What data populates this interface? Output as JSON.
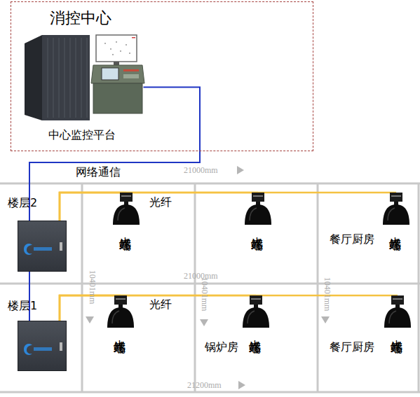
{
  "diagram": {
    "nodes": [
      {
        "text": [
          "消控中心"
        ]
      },
      {
        "text": [
          "中心监控平台"
        ],
        "in": 0
      },
      {
        "text": [
          "楼层2"
        ]
      },
      {
        "text": [
          "光感终端"
        ]
      },
      {
        "text": [
          "光感终端"
        ]
      },
      {
        "text": [
          "光感终端"
        ]
      },
      {
        "text": [
          "楼层1"
        ]
      },
      {
        "text": [
          "光感终端"
        ]
      },
      {
        "text": [
          "光感终端"
        ]
      },
      {
        "text": [
          "光感终端"
        ]
      }
    ],
    "edges": [
      {
        "from": 1,
        "to": 2,
        "arrow": "none",
        "label": "网络通信"
      },
      {
        "from": 2,
        "to": 6,
        "arrow": "none"
      },
      {
        "from": 2,
        "to": 3,
        "arrow": "none",
        "label": "光纤"
      },
      {
        "from": 2,
        "to": 4,
        "arrow": "none"
      },
      {
        "from": 2,
        "to": 5,
        "arrow": "none"
      },
      {
        "from": 6,
        "to": 7,
        "arrow": "none",
        "label": "光纤"
      },
      {
        "from": 6,
        "to": 8,
        "arrow": "none"
      },
      {
        "from": 6,
        "to": 9,
        "arrow": "none"
      }
    ],
    "labels": [
      "21000mm",
      "餐厅厨房",
      "21000mm",
      "10401mm",
      "10401mm",
      "10401mm",
      "锅炉房",
      "餐厅厨房",
      "21200mm"
    ]
  }
}
